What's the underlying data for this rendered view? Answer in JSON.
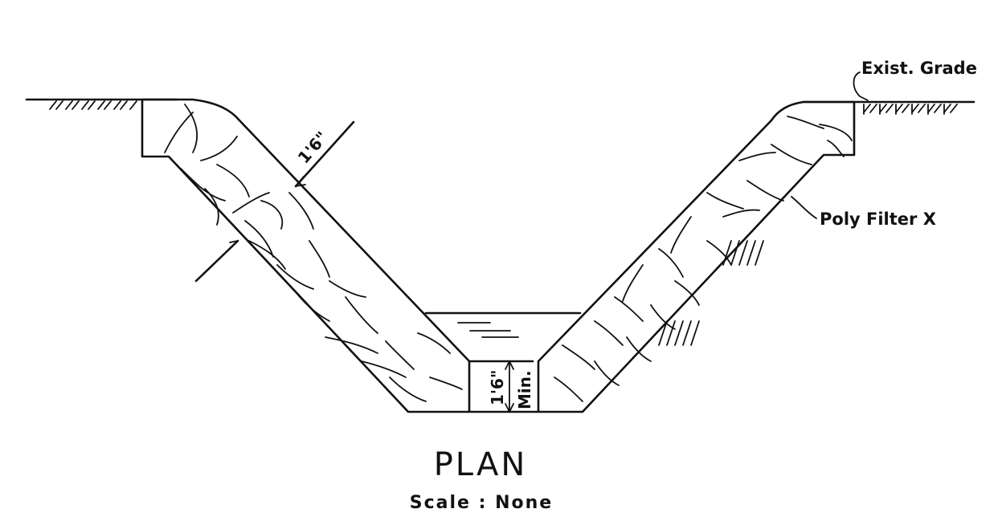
{
  "labels": {
    "existing_grade": "Exist. Grade",
    "filter": "Poly Filter X",
    "slope_thickness": "1'6\"",
    "bottom_thickness": "1'6\"",
    "bottom_min": "Min."
  },
  "title": "PLAN",
  "scale": "Scale : None",
  "colors": {
    "ink": "#111111",
    "background": "#ffffff"
  }
}
